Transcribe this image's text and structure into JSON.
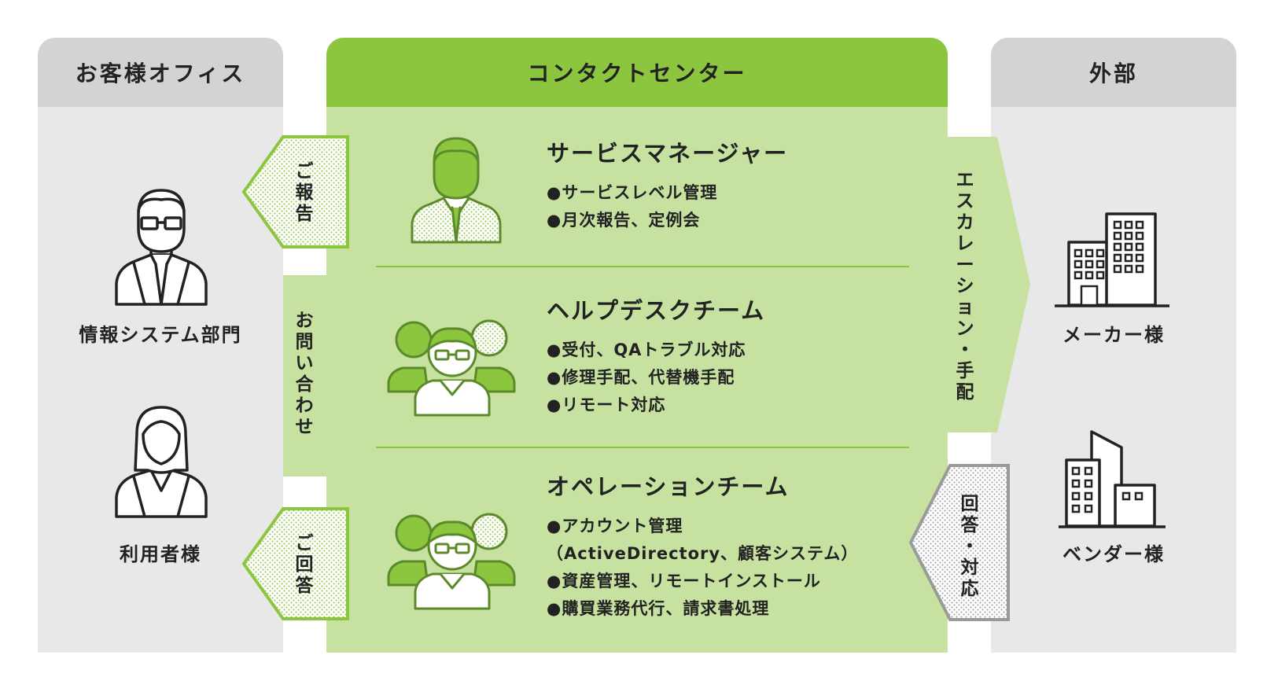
{
  "colors": {
    "green": "#8cc63f",
    "light_green": "#c6e1a0",
    "gray_header": "#d3d3d3",
    "gray_body": "#e8e8e8",
    "dark": "#222222"
  },
  "columns": {
    "customer": {
      "header": "お客様オフィス",
      "actors": [
        {
          "label": "情報システム部門",
          "icon": "man-with-glasses-suit-icon"
        },
        {
          "label": "利用者様",
          "icon": "woman-suit-icon"
        }
      ]
    },
    "center": {
      "header": "コンタクトセンター",
      "sections": [
        {
          "title": "サービスマネージャー",
          "icon": "service-manager-icon",
          "items": [
            "●サービスレベル管理",
            "●月次報告、定例会"
          ]
        },
        {
          "title": "ヘルプデスクチーム",
          "icon": "helpdesk-team-icon",
          "items": [
            "●受付、QAトラブル対応",
            "●修理手配、代替機手配",
            "●リモート対応"
          ]
        },
        {
          "title": "オペレーションチーム",
          "icon": "operation-team-icon",
          "items": [
            "●アカウント管理",
            "（ActiveDirectory、顧客システム）",
            "●資産管理、リモートインストール",
            "●購買業務代行、請求書処理"
          ]
        }
      ]
    },
    "external": {
      "header": "外部",
      "actors": [
        {
          "label": "メーカー様",
          "icon": "office-building-icon"
        },
        {
          "label": "ベンダー様",
          "icon": "vendor-building-icon"
        }
      ]
    }
  },
  "arrows": {
    "report": "ご報告",
    "inquiry": "お問い合わせ",
    "answer": "ご回答",
    "escalation": "エスカレーション・手配",
    "response": "回答・対応"
  }
}
